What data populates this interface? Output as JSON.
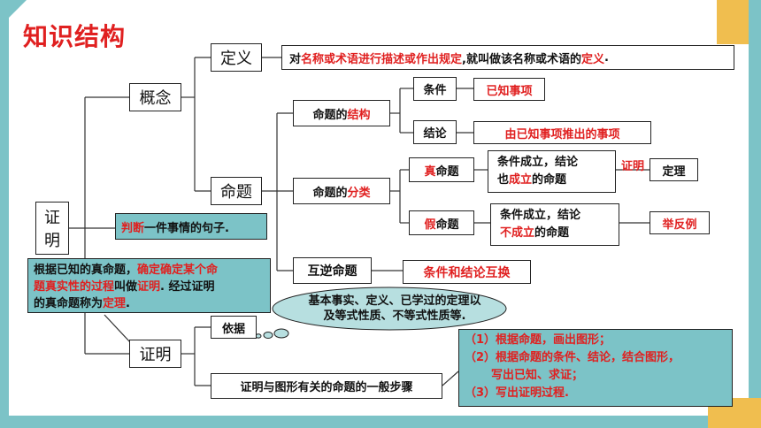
{
  "colors": {
    "frame": "#7cc3c7",
    "accent_yellow": "#f0be4f",
    "highlight_red": "#e02020",
    "callout_teal": "#7cc3c7",
    "cloud": "#b7dfe0"
  },
  "title": "知识结构",
  "root": {
    "char1": "证",
    "char2": "明"
  },
  "nodes": {
    "concept": "概念",
    "proposition": "命题",
    "proof": "证明",
    "definition": "定义",
    "structure_pre": "命题的",
    "structure_red": "结构",
    "classification_pre": "命题的",
    "classification_red": "分类",
    "inverse": "互逆命题",
    "condition": "条件",
    "conclusion": "结论",
    "true_red": "真",
    "true_rest": "命题",
    "false_red": "假",
    "false_rest": "命题",
    "basis": "依据",
    "steps_title": "证明与图形有关的命题的一般步骤"
  },
  "definition_text": {
    "p1": "对",
    "p2": "名称或术语进行描述或作出规定",
    "p3": ",就叫做该名称或术语的",
    "p4": "定义",
    "p5": "."
  },
  "known_items": "已知事项",
  "derived_items": "由已知事项推出的事项",
  "true_desc": {
    "line1": "条件成立，结论",
    "line2_pre": "也",
    "line2_red": "成立",
    "line2_post": "的命题"
  },
  "false_desc": {
    "line1": "条件成立，结论",
    "line2_red": "不成立",
    "line2_post": "的命题"
  },
  "proof_label": "证明",
  "theorem": "定理",
  "counterexample": "举反例",
  "inverse_desc": "条件和结论互换",
  "judgment": {
    "red": "判断",
    "rest": "一件事情的句子."
  },
  "proof_def": {
    "l1a": "根据已知的真命题，",
    "l1b": "确定确定某个命",
    "l2a": "题真实性的过程",
    "l2b": "叫做",
    "l2c": "证明",
    "l2d": ". 经过证明",
    "l3a": "的真命题称为",
    "l3b": "定理",
    "l3c": "."
  },
  "cloud": {
    "line1": "基本事实、定义、已学过的定理以",
    "line2": "及等式性质、不等式性质等."
  },
  "steps": {
    "s1": "（1）根据命题，画出图形；",
    "s2a": "（2）根据命题的条件、结论，结合图形，",
    "s2b": "写出已知、求证；",
    "s3": "（3）写出证明过程."
  }
}
